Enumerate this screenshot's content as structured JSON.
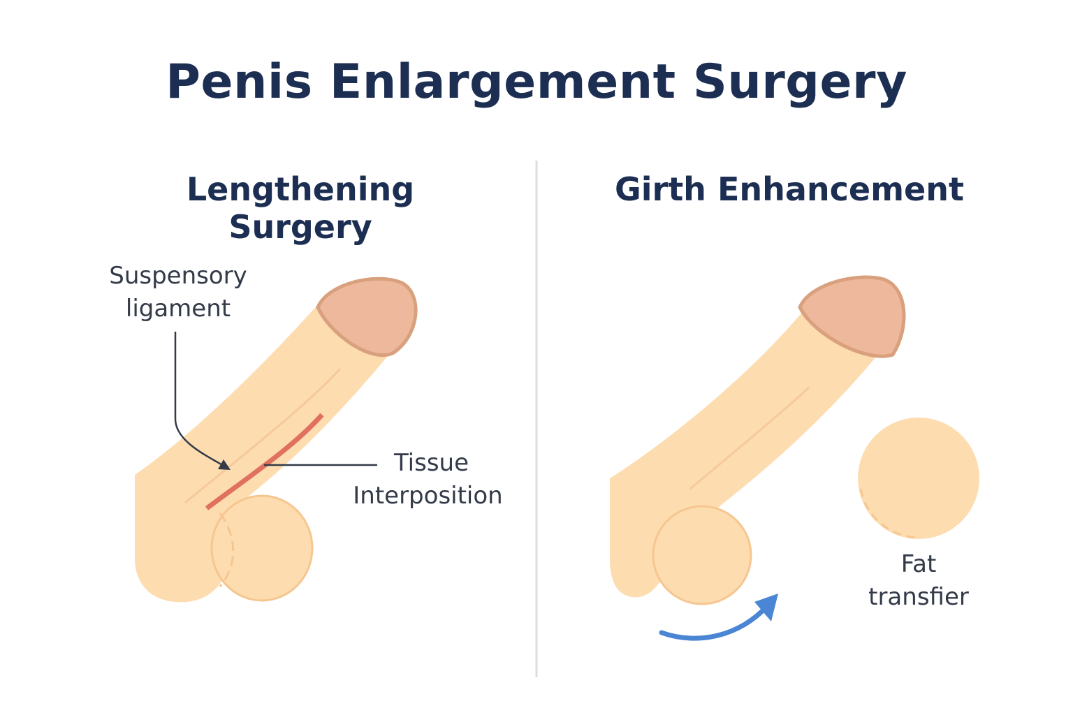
{
  "title": "Penis Enlargement Surgery",
  "left_panel": {
    "heading": "Lengthening Surgery",
    "labels": {
      "ligament_line1": "Suspensory",
      "ligament_line2": "ligament",
      "tissue_line1": "Tissue",
      "tissue_line2": "Interposition"
    }
  },
  "right_panel": {
    "heading": "Girth Enhancement",
    "labels": {
      "fat_line1": "Fat",
      "fat_line2": "transfier"
    }
  },
  "colors": {
    "title": "#1c2e52",
    "skin": "#fddcb0",
    "skin_outline": "#f6c690",
    "glans": "#edb89b",
    "glans_outline": "#d9a07e",
    "incision": "#e07060",
    "arrow": "#4a86d4",
    "divider": "#dddddd"
  }
}
